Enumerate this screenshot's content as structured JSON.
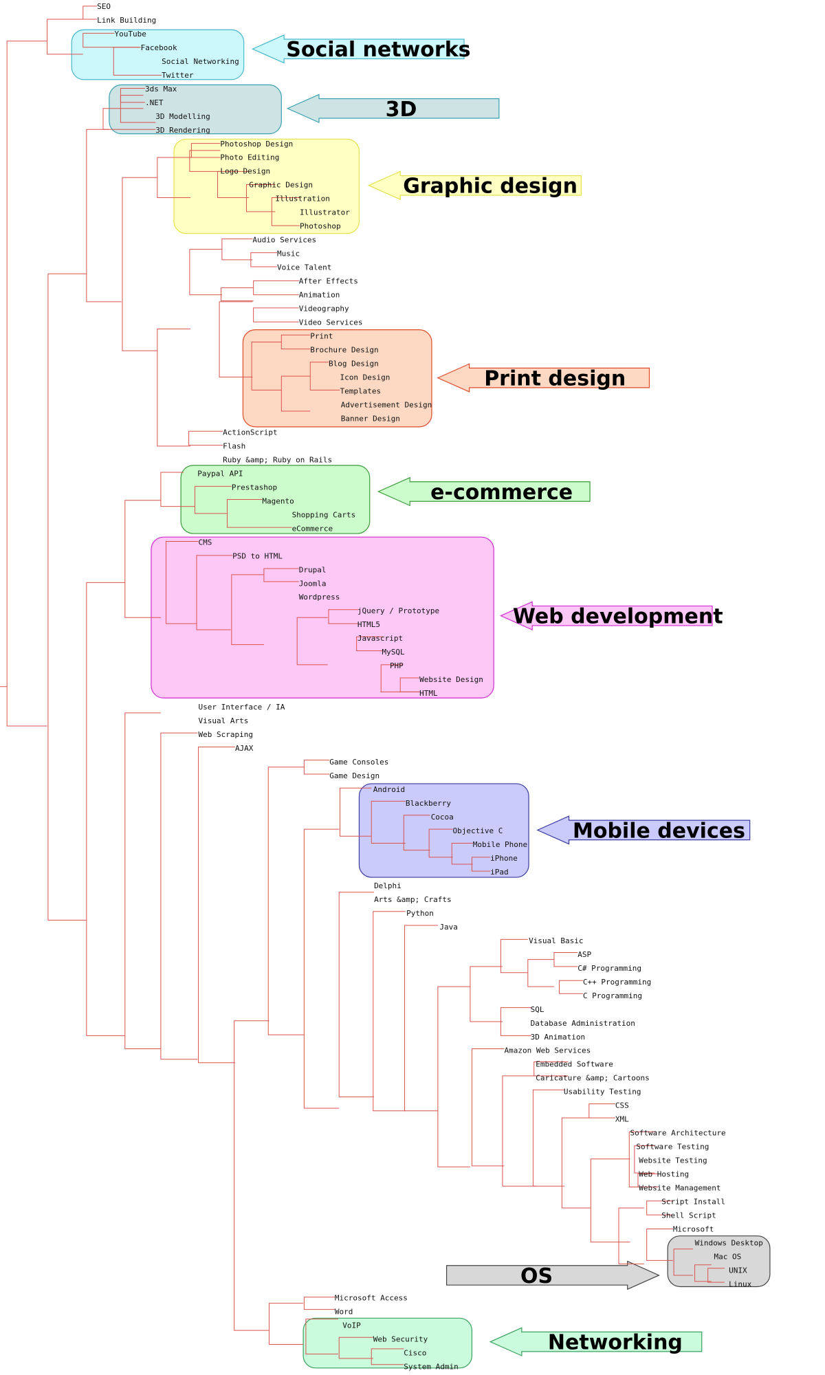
{
  "leaves": [
    "SEO",
    "Link Building",
    "YouTube",
    "Facebook",
    "Social Networking",
    "Twitter",
    "3ds Max",
    ".NET",
    "3D Modelling",
    "3D Rendering",
    "Photoshop Design",
    "Photo Editing",
    "Logo Design",
    "Graphic Design",
    "Illustration",
    "Illustrator",
    "Photoshop",
    "Audio Services",
    "Music",
    "Voice Talent",
    "After Effects",
    "Animation",
    "Videography",
    "Video Services",
    "Print",
    "Brochure Design",
    "Blog Design",
    "Icon Design",
    "Templates",
    "Advertisement Design",
    "Banner Design",
    "ActionScript",
    "Flash",
    "Ruby &amp; Ruby on Rails",
    "Paypal API",
    "Prestashop",
    "Magento",
    "Shopping Carts",
    "eCommerce",
    "CMS",
    "PSD to HTML",
    "Drupal",
    "Joomla",
    "Wordpress",
    "jQuery / Prototype",
    "HTML5",
    "Javascript",
    "MySQL",
    "PHP",
    "Website Design",
    "HTML",
    "User Interface / IA",
    "Visual Arts",
    "Web Scraping",
    "AJAX",
    "Game Consoles",
    "Game Design",
    "Android",
    "Blackberry",
    "Cocoa",
    "Objective C",
    "Mobile Phone",
    "iPhone",
    "iPad",
    "Delphi",
    "Arts &amp; Crafts",
    "Python",
    "Java",
    "Visual Basic",
    "ASP",
    "C# Programming",
    "C++ Programming",
    "C Programming",
    "SQL",
    "Database Administration",
    "3D Animation",
    "Amazon Web Services",
    "Embedded Software",
    "Caricature &amp; Cartoons",
    "Usability Testing",
    "CSS",
    "XML",
    "Software Architecture",
    "Software Testing",
    "Website Testing",
    "Web Hosting",
    "Website Management",
    "Script Install",
    "Shell Script",
    "Microsoft",
    "Windows Desktop",
    "Mac OS",
    "UNIX",
    "Linux",
    "Microsoft Access",
    "Word",
    "VoIP",
    "Web Security",
    "Cisco",
    "System Admin"
  ],
  "groups": [
    {
      "name": "Social networks",
      "fill": "#ccf7fb",
      "stroke": "#45b8cc"
    },
    {
      "name": "3D",
      "fill": "#cde3e4",
      "stroke": "#3aa0b0"
    },
    {
      "name": "Graphic design",
      "fill": "#ffffc4",
      "stroke": "#e4e24a"
    },
    {
      "name": "Print design",
      "fill": "#fdd9c3",
      "stroke": "#e04a2a"
    },
    {
      "name": "e-commerce",
      "fill": "#ccfccc",
      "stroke": "#3a9a3a"
    },
    {
      "name": "Web development",
      "fill": "#fdc8f6",
      "stroke": "#d02ad0"
    },
    {
      "name": "Mobile devices",
      "fill": "#cbcbfb",
      "stroke": "#3a3aa0"
    },
    {
      "name": "OS",
      "fill": "#d8d8d8",
      "stroke": "#444444"
    },
    {
      "name": "Networking",
      "fill": "#c9fbdc",
      "stroke": "#3aa060"
    }
  ],
  "colors": {
    "branch": "#d9534f",
    "text": "#111111"
  }
}
